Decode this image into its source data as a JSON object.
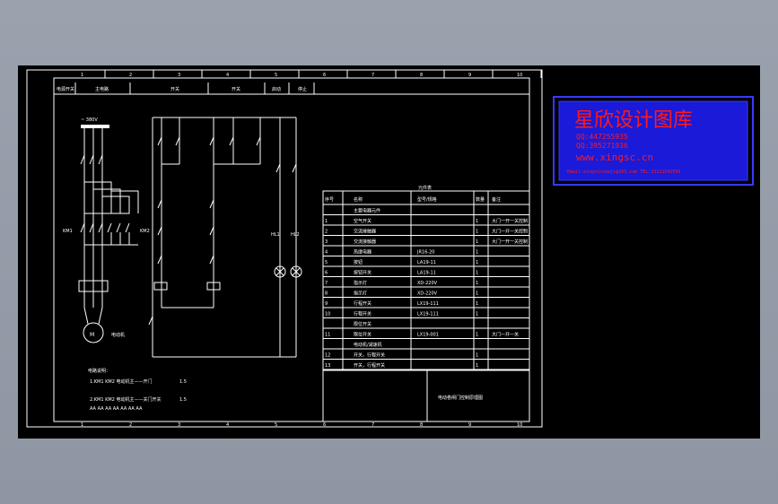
{
  "drawing": {
    "grid_numbers_top": [
      "1",
      "2",
      "3",
      "4",
      "5",
      "6",
      "7",
      "8",
      "9",
      "10"
    ],
    "grid_numbers_bottom": [
      "1",
      "2",
      "3",
      "4",
      "5",
      "6",
      "7",
      "8",
      "9",
      "10"
    ],
    "header_cells": [
      "电源开关",
      "主电路",
      "开关",
      "开关",
      "启动",
      "停止"
    ],
    "motor_label": "M",
    "motor_name": "电动机",
    "bus_label": "~ 380V",
    "terminal_left": "KM1",
    "terminal_right": "KM2",
    "lamp_labels": [
      "HL1",
      "HL2"
    ],
    "notes": {
      "title": "电路说明：",
      "line1": "1.KM1 KM2 电动机主——开门",
      "line1_value": "1.5",
      "line2": "2.KM1 KM2 电动机主——关门开关",
      "line2_value": "1.5",
      "line3": "AA  AA  AA  AA  AA  AA  AA"
    },
    "bom": {
      "title": "元件表",
      "header": [
        "序号",
        "名称",
        "型号/规格",
        "数量",
        "备注"
      ],
      "rows": [
        [
          "",
          "主要电器元件",
          "",
          "",
          ""
        ],
        [
          "1",
          "空气开关",
          "",
          "1",
          "大门一开一关控制"
        ],
        [
          "2",
          "交流接触器",
          "",
          "1",
          "大门一开一关控制"
        ],
        [
          "3",
          "交流接触器",
          "",
          "1",
          "大门一开一关控制"
        ],
        [
          "4",
          "热继电器",
          "JR16-20",
          "1",
          ""
        ],
        [
          "5",
          "按钮",
          "LA19-11",
          "1",
          ""
        ],
        [
          "6",
          "按钮开关",
          "LA19-11",
          "1",
          ""
        ],
        [
          "7",
          "指示灯",
          "XD-220V",
          "1",
          ""
        ],
        [
          "8",
          "指示灯",
          "XD-220V",
          "1",
          ""
        ],
        [
          "9",
          "行程开关",
          "LX19-111",
          "1",
          ""
        ],
        [
          "10",
          "行程开关",
          "LX19-111",
          "1",
          ""
        ],
        [
          "",
          "限位开关",
          "",
          "",
          ""
        ],
        [
          "11",
          "限位开关",
          "LX19-001",
          "1",
          "大门一开一关"
        ],
        [
          "",
          "电动机/减速机",
          "",
          "",
          ""
        ],
        [
          "12",
          "开关，行程开关",
          "",
          "1",
          ""
        ],
        [
          "13",
          "开关，行程开关",
          "",
          "1",
          ""
        ]
      ],
      "drawing_title": "电动卷闸门控制原理图"
    }
  },
  "watermark": {
    "title": "星欣设计图库",
    "qq1": "QQ:447255935",
    "qq2": "QQ:395271936",
    "site": "www.xingsc.cn",
    "contact": "Email:xingxinsheji@163.com  TEL:13111542599"
  },
  "colors": {
    "watermark_bg": "#1a1ad8",
    "watermark_text": "#ff1a1a",
    "watermark_border": "#3838ff"
  }
}
